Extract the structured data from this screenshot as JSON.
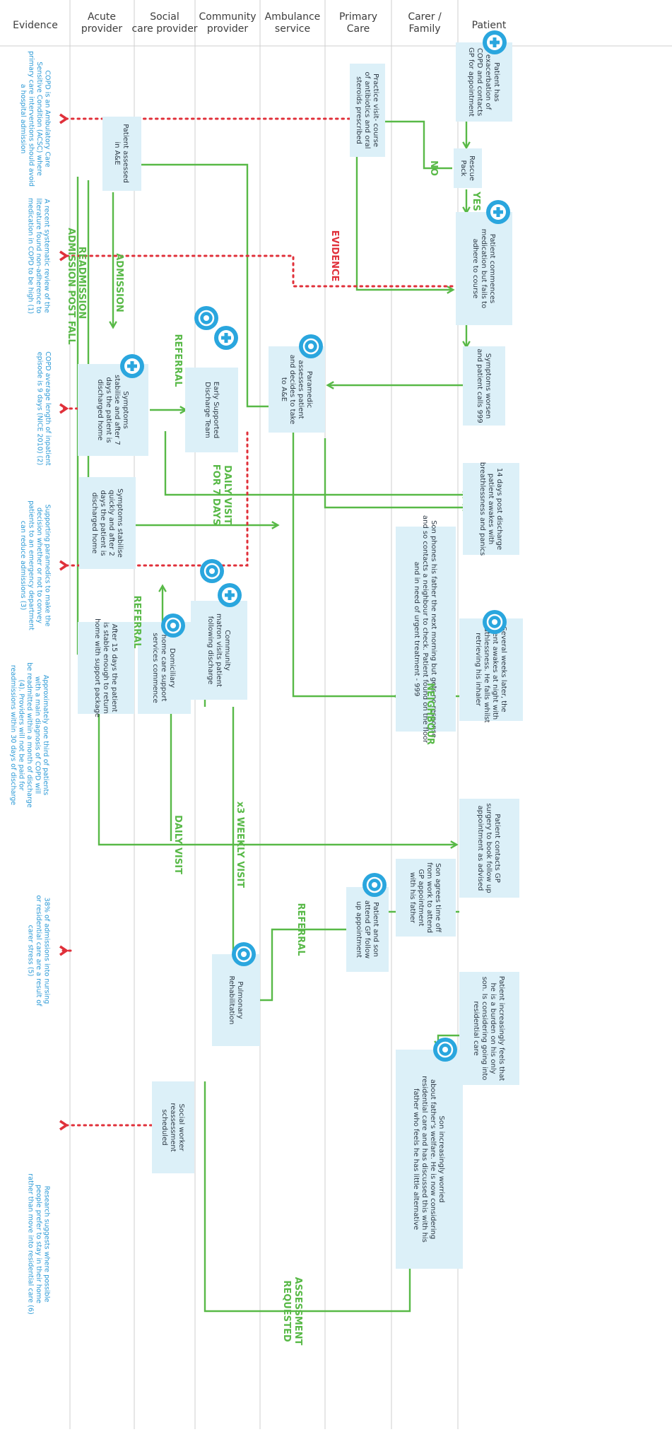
{
  "headers": [
    "Evidence",
    "Acute provider",
    "Social care provider",
    "Community provider",
    "Ambulance service",
    "Primary Care",
    "Carer / Family",
    "Patient"
  ],
  "boxes": {
    "p1": [
      "Patient has",
      "exacerbation of",
      "COPD and contacts",
      "GP for appointment"
    ],
    "pc1": [
      "Practice visit- course",
      "of antibiotics and oral",
      "steroids prescribed"
    ],
    "rescue": [
      "Rescue",
      "Pack"
    ],
    "p2": [
      "Patient commences",
      "medication but fails to",
      "adhere to course"
    ],
    "p3": [
      "Symptoms worsen",
      "and patient calls 999"
    ],
    "para": [
      "Paramedic",
      "assesses patient",
      "and decides to take",
      "to A&E"
    ],
    "ae": [
      "Patient assessed",
      "in A&E"
    ],
    "stab7": [
      "Symptoms",
      "stabilise and after 7",
      "days the patient is",
      "discharged home"
    ],
    "esd": [
      "Early Supported",
      "Discharge Team"
    ],
    "p4": [
      "14 days post discharge",
      "patient awakes with",
      "breathlessness and panics"
    ],
    "stab2": [
      "Symptoms stabilise",
      "quickly and after 2",
      "days the patient is",
      "discharged home"
    ],
    "son1": [
      "Son phones his father the next morning but gets no response",
      "and so contacts a neighbour to check. Patient found on the floor",
      "and in need of urgent treatment - 999"
    ],
    "p5": [
      "Several weeks later, the",
      "patient awakes at night with",
      "breathlessness. He falls whilst",
      "retrieving his inhaler"
    ],
    "matron": [
      "Community",
      "matron visits patient",
      "following discharge"
    ],
    "dom": [
      "Domiciliary",
      "home care support",
      "services commence"
    ],
    "after15": [
      "After 15 days the patient",
      "is stable enough to return",
      "home with support package"
    ],
    "p6": [
      "Patient contacts GP",
      "surgery to book follow up",
      "appointment as advised"
    ],
    "son2": [
      "Son agrees time off",
      "from work to attend",
      "GP appointment",
      "with his father"
    ],
    "pcgp": [
      "Patient and son",
      "attend GP follow",
      "up appointment"
    ],
    "pulm": [
      "Pulmonary",
      "Rehabilitation"
    ],
    "p7": [
      "Patient increasingly feels that",
      "he is a burden on his only",
      "son. Is considering going into",
      "residential care"
    ],
    "son3": [
      "Son increasingly worried",
      "about father's welfare. He is now considering",
      "residential care and has discussed this with his",
      "father who feels he has little alternative"
    ],
    "social": [
      "Social worker",
      "reassessment",
      "scheduled"
    ]
  },
  "evidence": {
    "e1": [
      "COPD is an Ambulatory Care",
      "Sensitive Condition (ACSC) where",
      "primary care interventions should avoid",
      "a hospital admission"
    ],
    "e2": [
      "A recent systematic review of the",
      "literature found non-adherence to",
      "medication in COPD to be high (1)"
    ],
    "e3": [
      "COPD average length of inpatient",
      "episode is 9 days (NICE 2010) (2)"
    ],
    "e4": [
      "Supporting paramedics to make the",
      "decision whether or not to convey",
      "patients to an emergency department",
      "can reduce admissions (3)"
    ],
    "e5": [
      "Approximately one third of patients",
      "with a main diagnosis of COPD will",
      "be readmitted within a month of discharge",
      "(4). Providers will not be paid for",
      "readmissions within 30 days of discharge"
    ],
    "e6": [
      "38% of admissions into nursing",
      "or residential care are a result of",
      "carer stress (5)"
    ],
    "e7": [
      "Research suggests where possible",
      "people prefer to stay in their home",
      "rather than move into residential care (6)"
    ]
  },
  "labels": {
    "no": "NO",
    "yes": "YES",
    "evidence": "EVIDENCE",
    "admission": "ADMISSION",
    "referral1": "REFERRAL",
    "daily7a": "DAILY VISIT",
    "daily7b": "FOR 7 DAYS",
    "readmission": "READMISSION",
    "admission_post_fall": "ADMISSION POST FALL",
    "referral2": "REFERRAL",
    "neighbour": "NEIGHBOUR",
    "daily_visit": "DAILY VISIT",
    "weekly_visit": "x3 WEEKLY VISIT",
    "referral3": "REFERRAL",
    "assessment_a": "ASSESSMENT",
    "assessment_b": "REQUESTED"
  },
  "colors": {
    "flow": "#58b947",
    "evidence_dots": "#e0303a",
    "box": "#dcf0f8",
    "icon": "#2aa6de",
    "evidence_text": "#2d9ad6"
  }
}
